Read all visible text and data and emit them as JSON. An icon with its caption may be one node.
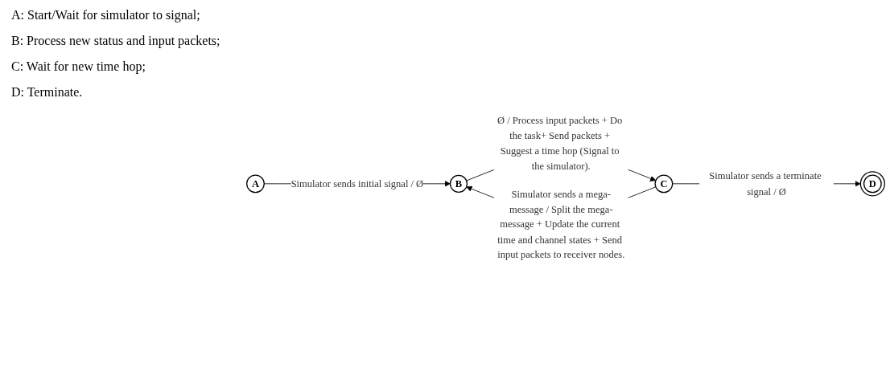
{
  "diagram": {
    "nodes": [
      {
        "text": [
          "A"
        ]
      },
      {
        "text": [
          "B"
        ]
      },
      {
        "text": [
          "C"
        ]
      },
      {
        "text": [
          "D"
        ]
      }
    ],
    "edges": [
      {
        "from": 0,
        "to": 1,
        "arrow": "to",
        "label": "Simulator sends initial signal / Ø"
      },
      {
        "from": 1,
        "to": 2,
        "arrow": "to",
        "label": "Ø / Process input packets + Do the task+ Send packets + Suggest a time hop (Signal to the simulator)."
      },
      {
        "from": 2,
        "to": 1,
        "arrow": "to",
        "label": "Simulator sends a mega-message / Split the mega-message + Update the current time and channel states + Send input packets to receiver nodes."
      },
      {
        "from": 2,
        "to": 3,
        "arrow": "to",
        "label": "Simulator sends a terminate signal / Ø"
      }
    ],
    "labels": [
      "A: Start/Wait for simulator to signal;",
      "B: Process new status and input packets;",
      "C: Wait for new time hop;",
      "D: Terminate."
    ]
  }
}
